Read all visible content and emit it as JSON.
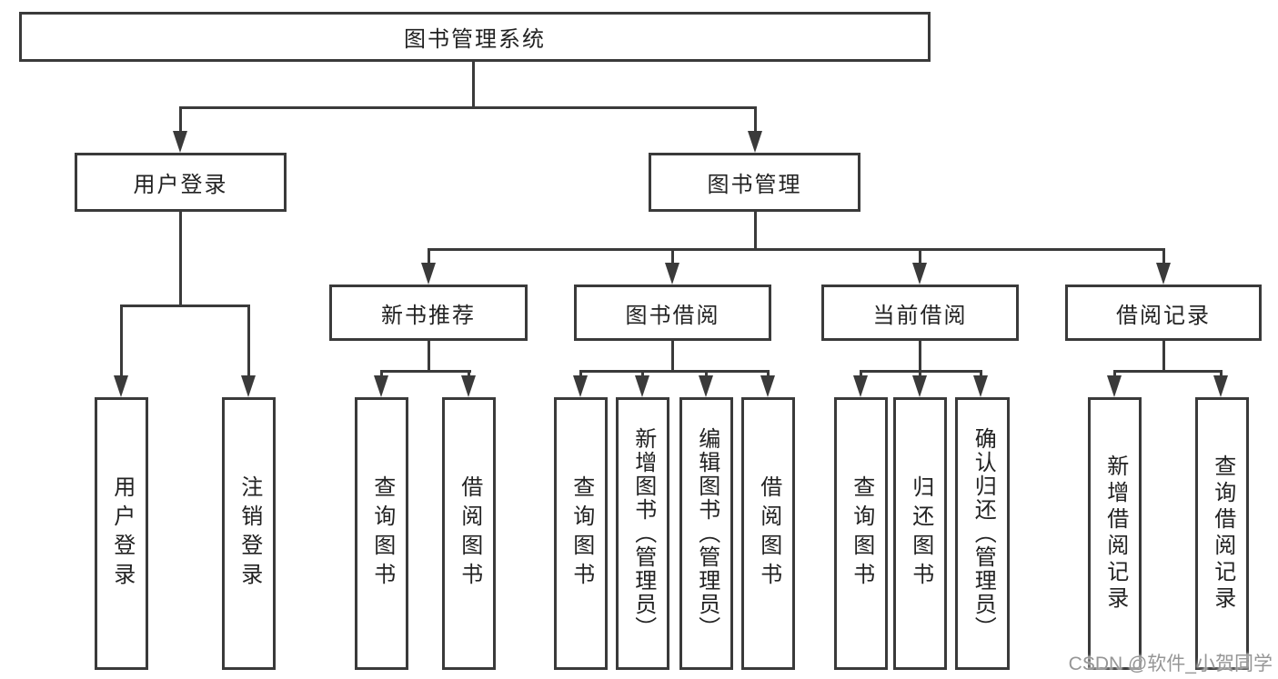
{
  "diagram": {
    "root": {
      "label": "图书管理系统"
    },
    "level2": {
      "user_login": {
        "label": "用户登录"
      },
      "book_mgmt": {
        "label": "图书管理"
      }
    },
    "level3": {
      "new_book_rec": {
        "label": "新书推荐"
      },
      "book_borrow": {
        "label": "图书借阅"
      },
      "current_borrow": {
        "label": "当前借阅"
      },
      "borrow_records": {
        "label": "借阅记录"
      }
    },
    "leaves": {
      "user_login": {
        "label": "用户登录"
      },
      "logout": {
        "label": "注销登录"
      },
      "nb_query_books": {
        "label": "查询图书"
      },
      "nb_borrow_books": {
        "label": "借阅图书"
      },
      "bb_query_books": {
        "label": "查询图书"
      },
      "bb_add_books": {
        "label": "新增图书（管理员）"
      },
      "bb_edit_books": {
        "label": "编辑图书（管理员）"
      },
      "bb_borrow_books": {
        "label": "借阅图书"
      },
      "cb_query_books": {
        "label": "查询图书"
      },
      "cb_return_books": {
        "label": "归还图书"
      },
      "cb_confirm_return": {
        "label": "确认归还（管理员）"
      },
      "br_add_record": {
        "label": "新增借阅记录"
      },
      "br_query_record": {
        "label": "查询借阅记录"
      }
    },
    "watermark": "CSDN @软件_小贺同学",
    "colors": {
      "line": "#3a3a3a",
      "text": "#222222",
      "watermark": "#969696",
      "background": "#ffffff"
    }
  }
}
